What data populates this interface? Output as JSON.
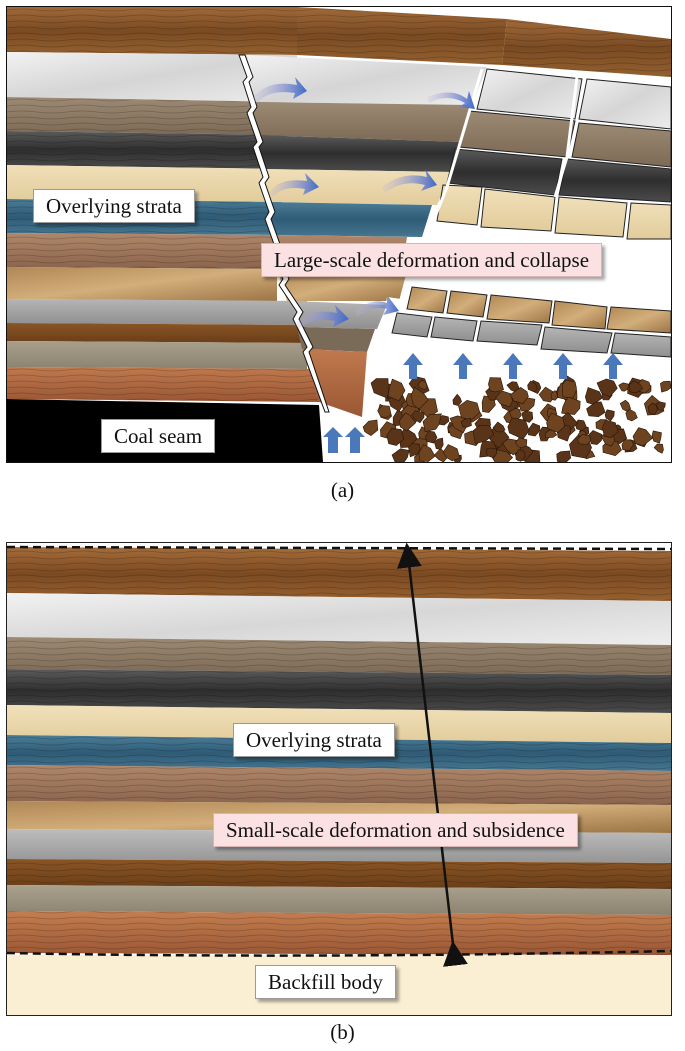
{
  "panel_a": {
    "caption": "(a)",
    "labels": {
      "overlying_strata": "Overlying strata",
      "collapse": "Large-scale deformation and collapse",
      "coal_seam": "Coal seam"
    }
  },
  "panel_b": {
    "caption": "(b)",
    "labels": {
      "overlying_strata": "Overlying strata",
      "subsidence": "Small-scale deformation and subsidence",
      "backfill": "Backfill body"
    }
  },
  "colors": {
    "sandstone_brown": "#8a5a30",
    "marble_gray": "#dcdcdc",
    "taupe": "#8c7a66",
    "dark_shale": "#4a4a4a",
    "cream": "#ead8b0",
    "blue_slate": "#3f6f8a",
    "arrow_blue": "#4a78bb",
    "collapse_label_bg": "#fbe1e1",
    "backfill_bg": "#fbefd3",
    "coal_black": "#000000"
  }
}
